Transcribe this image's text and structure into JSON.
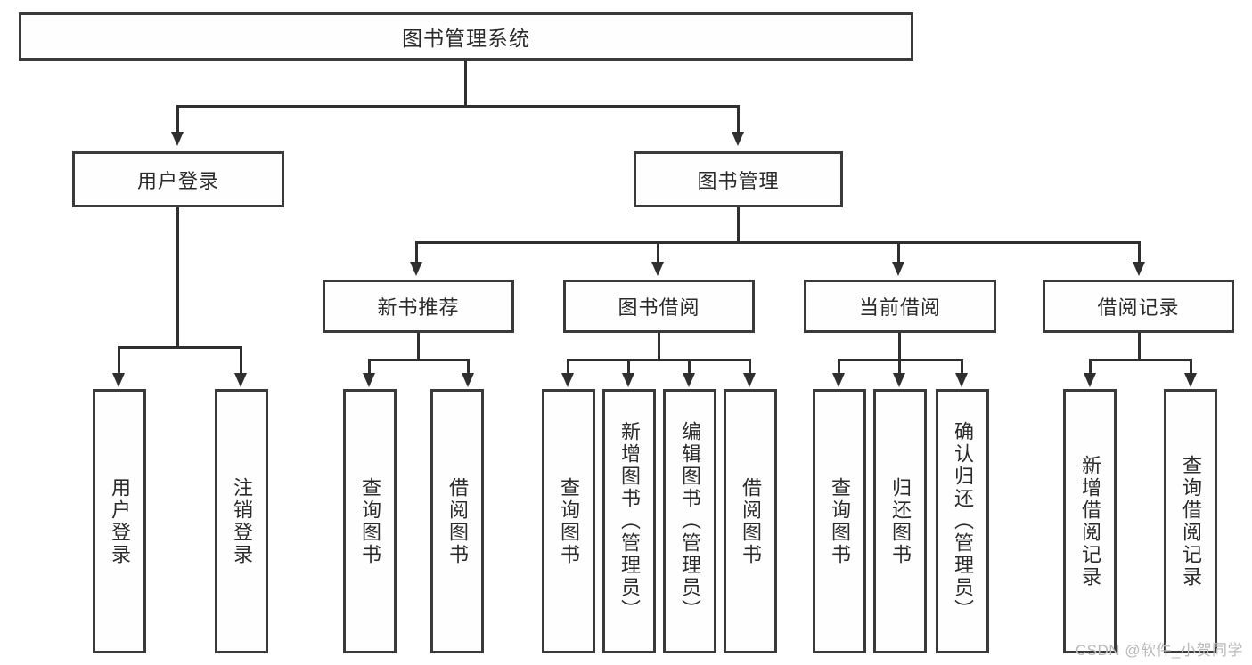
{
  "diagram": {
    "title": "图书管理系统",
    "watermark": "CSDN @软件_小贺同学",
    "colors": {
      "box_border": "#3a3a3a",
      "box_fill": "#fefefe",
      "connector": "#2f2f2f",
      "text": "#2b2b2b",
      "watermark": "#b9b9b9",
      "background": "#ffffff"
    },
    "root": {
      "label": "图书管理系统"
    },
    "level2": [
      {
        "label": "用户登录"
      },
      {
        "label": "图书管理"
      }
    ],
    "level3": [
      {
        "label": "新书推荐"
      },
      {
        "label": "图书借阅"
      },
      {
        "label": "当前借阅"
      },
      {
        "label": "借阅记录"
      }
    ],
    "leaves": {
      "user_login": [
        {
          "label": "用户登录"
        },
        {
          "label": "注销登录"
        }
      ],
      "new_book": [
        {
          "label": "查询图书"
        },
        {
          "label": "借阅图书"
        }
      ],
      "book_borrow": [
        {
          "label": "查询图书"
        },
        {
          "label": "新增图书（管理员）"
        },
        {
          "label": "编辑图书（管理员）"
        },
        {
          "label": "借阅图书"
        }
      ],
      "current_borrow": [
        {
          "label": "查询图书"
        },
        {
          "label": "归还图书"
        },
        {
          "label": "确认归还（管理员）"
        }
      ],
      "borrow_record": [
        {
          "label": "新增借阅记录"
        },
        {
          "label": "查询借阅记录"
        }
      ]
    }
  }
}
